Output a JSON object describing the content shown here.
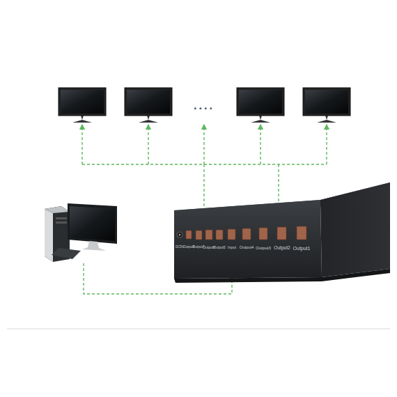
{
  "diagram": {
    "labels": [
      "....",
      "DC5V",
      "Output8",
      "Output7",
      "Output6",
      "Output5",
      "Input",
      "Output4",
      "Output3",
      "Output2",
      "Output1"
    ]
  }
}
